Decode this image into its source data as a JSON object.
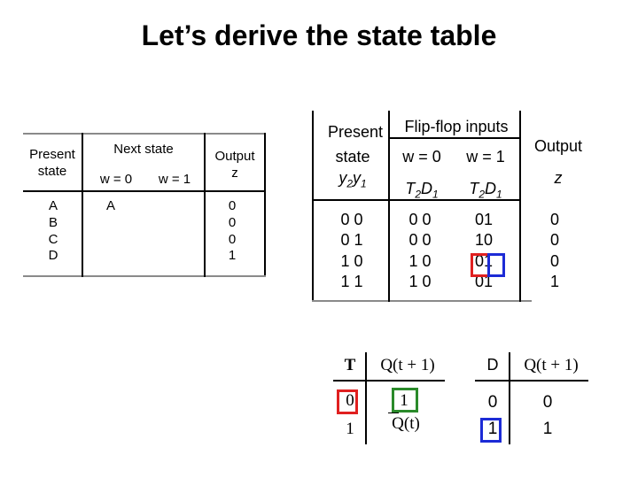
{
  "title": "Let’s derive the state table",
  "left_table": {
    "present_state_header": "Present state",
    "next_state_header": "Next state",
    "w0_header": "w = 0",
    "w1_header": "w = 1",
    "output_header": "Output",
    "output_var": "z",
    "states": [
      "A",
      "B",
      "C",
      "D"
    ],
    "next_w0": [
      "A",
      "",
      "",
      ""
    ],
    "next_w1": [
      "",
      "",
      "",
      ""
    ],
    "outputs": [
      "0",
      "0",
      "0",
      "1"
    ]
  },
  "right_table": {
    "present_header": "Present",
    "state_header": "state",
    "state_vars": {
      "y2": "y",
      "y2_sub": "2",
      "y1": "y",
      "y1_sub": "1"
    },
    "flipflop_header": "Flip-flop inputs",
    "w0_header": "w = 0",
    "w1_header": "w = 1",
    "input_vars": {
      "t": "T",
      "t_sub": "2",
      "d": "D",
      "d_sub": "1"
    },
    "output_header": "Output",
    "output_var": "z",
    "rows": [
      {
        "state": "0 0",
        "w0": "0 0",
        "w1": "01",
        "z": "0"
      },
      {
        "state": "0 1",
        "w0": "0 0",
        "w1": "10",
        "z": "0"
      },
      {
        "state": "1 0",
        "w0": "1 0",
        "w1": "01",
        "z": "0"
      },
      {
        "state": "1 1",
        "w0": "1 0",
        "w1": "01",
        "z": "1"
      }
    ]
  },
  "t_table": {
    "col1": "T",
    "col2": "Q(t + 1)",
    "rows": [
      {
        "t": "0",
        "q": "1"
      },
      {
        "t": "1",
        "q": "Q(t)"
      }
    ]
  },
  "d_table": {
    "col1": "D",
    "col2": "Q(t + 1)",
    "rows": [
      {
        "d": "0",
        "q": "0"
      },
      {
        "d": "1",
        "q": "1"
      }
    ]
  },
  "colors": {
    "red": "#e02020",
    "blue": "#1c2bd6",
    "green": "#2a8a2a"
  }
}
